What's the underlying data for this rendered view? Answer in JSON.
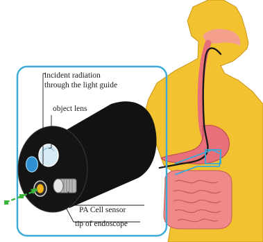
{
  "labels": {
    "incident_line1": "incident radiation",
    "incident_line2": "through the light guide",
    "object_lens": "object lens",
    "pa_cell_sensor": "PA Cell sensor",
    "tip_of_endoscope": "tip of endoscope"
  },
  "colors": {
    "skin": "#f2c230",
    "skin_outline": "#c9961a",
    "frame": "#3aaad8",
    "endoscope_body": "#121212",
    "stomach": "#e8707a",
    "intestine": "#f08a8a",
    "mouth_cavity": "#f5a08c",
    "laser": "#3cb43c",
    "lens_blue": "#2f8fd0",
    "lens_glass": "#d6eaf5",
    "sensor_core": "#f2b21c"
  }
}
